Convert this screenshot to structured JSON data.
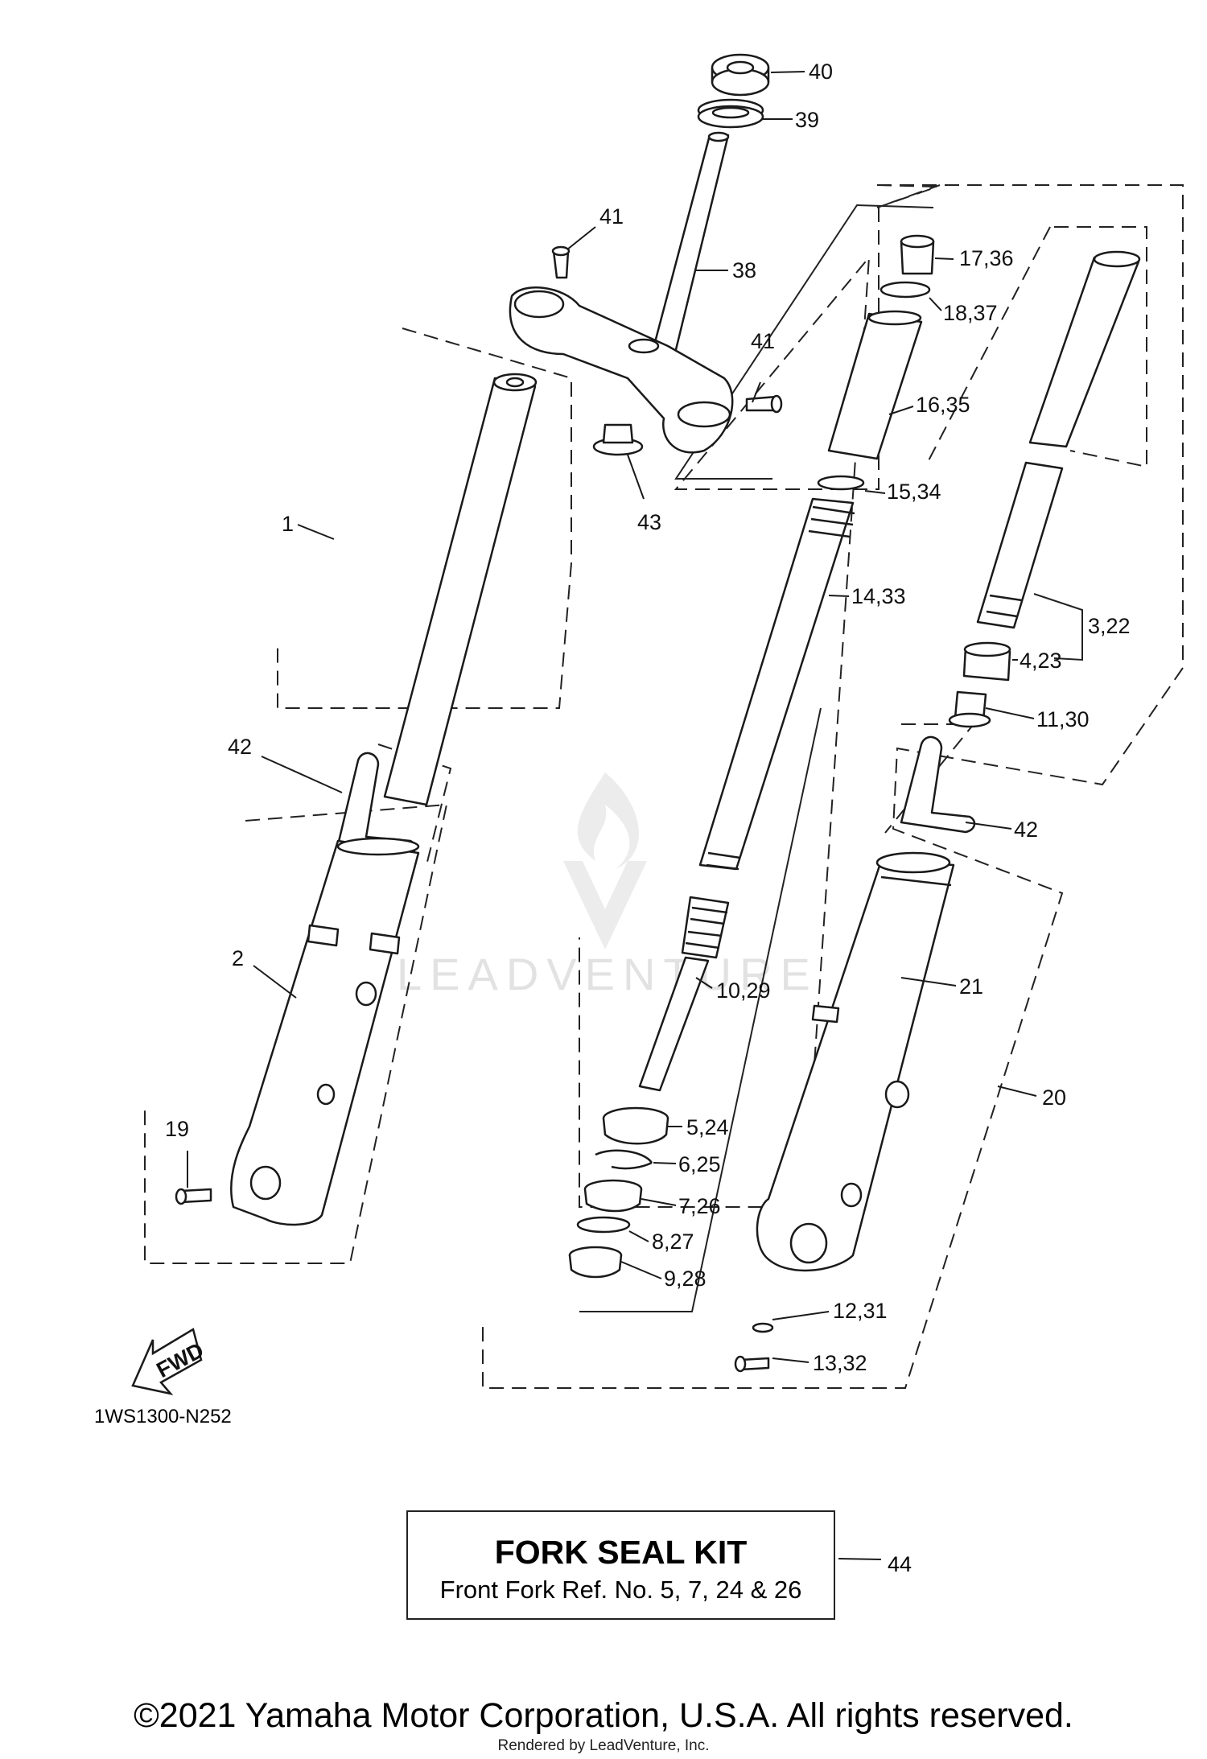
{
  "diagram": {
    "callouts": {
      "c40": "40",
      "c39": "39",
      "c41a": "41",
      "c38": "38",
      "c41b": "41",
      "c43": "43",
      "c1": "1",
      "c42a": "42",
      "c2": "2",
      "c19": "19",
      "c17": "17,36",
      "c18": "18,37",
      "c16": "16,35",
      "c15": "15,34",
      "c14": "14,33",
      "c10": "10,29",
      "c5": "5,24",
      "c6": "6,25",
      "c7": "7,26",
      "c8": "8,27",
      "c9": "9,28",
      "c3": "3,22",
      "c4": "4,23",
      "c11": "11,30",
      "c42b": "42",
      "c21": "21",
      "c20": "20",
      "c12": "12,31",
      "c13": "13,32"
    },
    "fwd_label": "FWD",
    "diagram_code": "1WS1300-N252",
    "watermark": "LEADVENTURE"
  },
  "kit": {
    "title": "FORK SEAL KIT",
    "subtitle": "Front Fork Ref. No. 5, 7, 24 & 26",
    "ref": "44"
  },
  "footer": {
    "copyright": "©2021 Yamaha Motor Corporation, U.S.A. All rights reserved.",
    "rendered_by": "Rendered by LeadVenture, Inc."
  }
}
